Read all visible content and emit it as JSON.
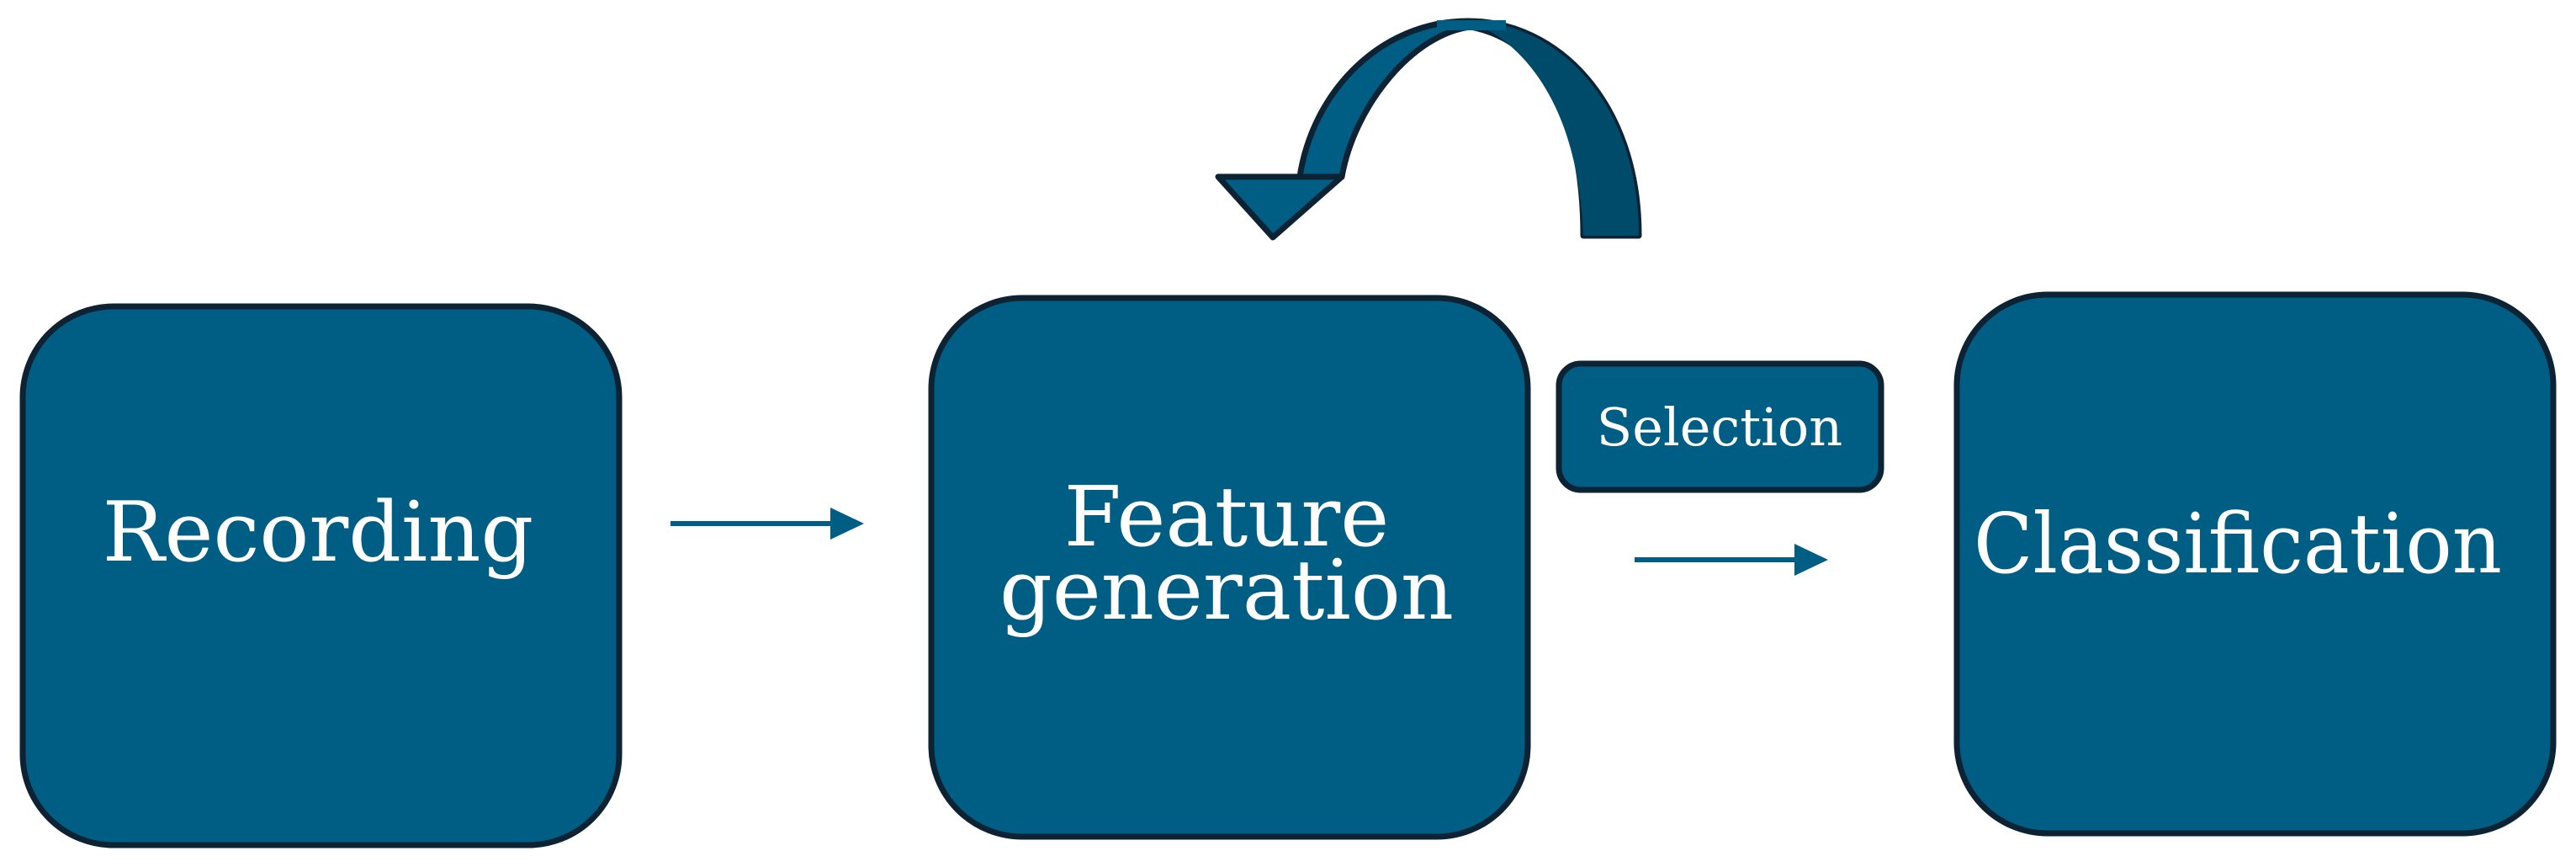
{
  "colors": {
    "box_fill": "#005e84",
    "box_stroke": "#0d2233",
    "arrow": "#005e84",
    "loop_arrow_fill": "#005e84",
    "loop_arrow_shadow": "#004a6a",
    "text": "#ffffff",
    "background": "#ffffff"
  },
  "nodes": {
    "recording": "Recording",
    "feature_generation_line1": "Feature",
    "feature_generation_line2": "generation",
    "selection": "Selection",
    "classification": "Classification"
  },
  "connectors": [
    {
      "from": "Recording",
      "to": "Feature generation"
    },
    {
      "from": "Feature generation",
      "to": "Classification"
    },
    {
      "from": "Feature generation",
      "to": "Feature generation",
      "style": "loop"
    }
  ]
}
